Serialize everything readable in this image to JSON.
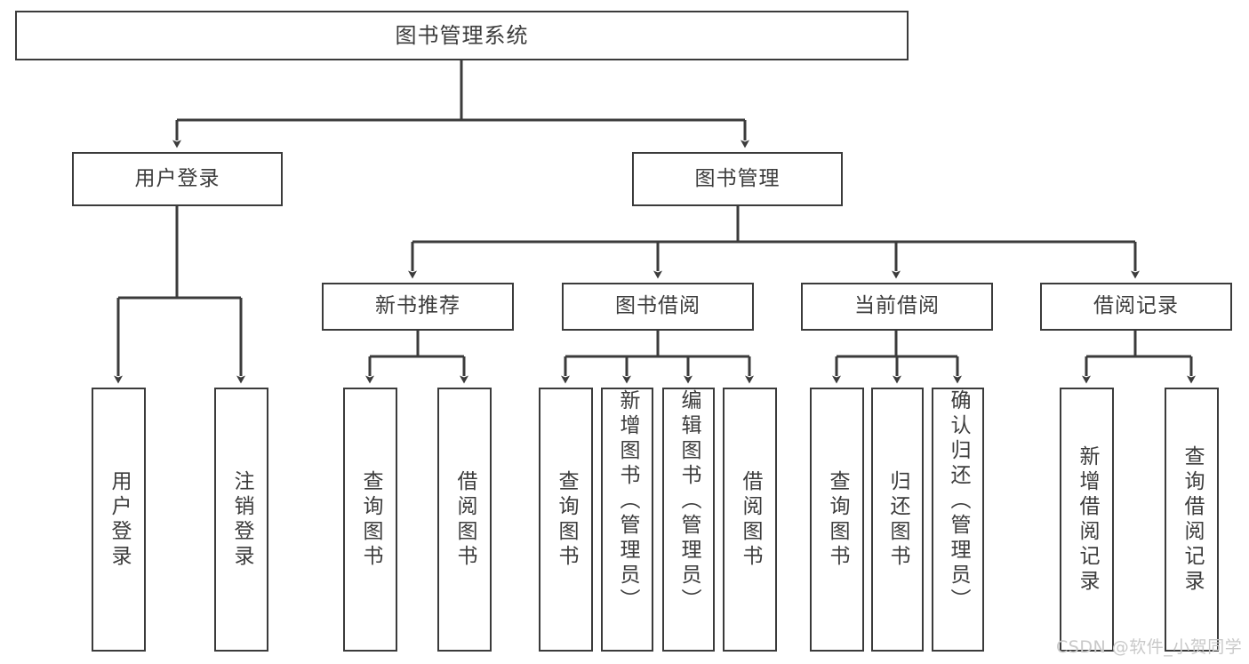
{
  "diagram": {
    "title": "图书管理系统",
    "type": "tree-hierarchy-diagram",
    "watermark": "CSDN @软件_小贺同学",
    "colors": {
      "node_border": "#3b3b3b",
      "node_fill": "#ffffff",
      "connector": "#3b3b3b",
      "text": "#3c3c3c",
      "watermark": "#c9c9c9",
      "background": "#ffffff"
    },
    "levels": {
      "root": {
        "label": "图书管理系统"
      },
      "level2": [
        {
          "id": "user-login",
          "label": "用户登录"
        },
        {
          "id": "book-manage",
          "label": "图书管理"
        }
      ],
      "level3": [
        {
          "id": "new-book-recommend",
          "label": "新书推荐",
          "parent": "book-manage"
        },
        {
          "id": "book-borrow",
          "label": "图书借阅",
          "parent": "book-manage"
        },
        {
          "id": "current-borrow",
          "label": "当前借阅",
          "parent": "book-manage"
        },
        {
          "id": "borrow-record",
          "label": "借阅记录",
          "parent": "book-manage"
        }
      ],
      "leaves": [
        {
          "id": "leaf-user-login",
          "label": "用户登录",
          "parent": "user-login"
        },
        {
          "id": "leaf-user-logout",
          "label": "注销登录",
          "parent": "user-login"
        },
        {
          "id": "leaf-query-book-1",
          "label": "查询图书",
          "parent": "new-book-recommend"
        },
        {
          "id": "leaf-borrow-book-1",
          "label": "借阅图书",
          "parent": "new-book-recommend"
        },
        {
          "id": "leaf-query-book-2",
          "label": "查询图书",
          "parent": "book-borrow"
        },
        {
          "id": "leaf-add-book",
          "label": "新增图书（管理员）",
          "parent": "book-borrow"
        },
        {
          "id": "leaf-edit-book",
          "label": "编辑图书（管理员）",
          "parent": "book-borrow"
        },
        {
          "id": "leaf-borrow-book-2",
          "label": "借阅图书",
          "parent": "book-borrow"
        },
        {
          "id": "leaf-query-book-3",
          "label": "查询图书",
          "parent": "current-borrow"
        },
        {
          "id": "leaf-return-book",
          "label": "归还图书",
          "parent": "current-borrow"
        },
        {
          "id": "leaf-confirm-return",
          "label": "确认归还（管理员）",
          "parent": "current-borrow"
        },
        {
          "id": "leaf-add-record",
          "label": "新增借阅记录",
          "parent": "borrow-record"
        },
        {
          "id": "leaf-query-record",
          "label": "查询借阅记录",
          "parent": "borrow-record"
        }
      ]
    }
  }
}
